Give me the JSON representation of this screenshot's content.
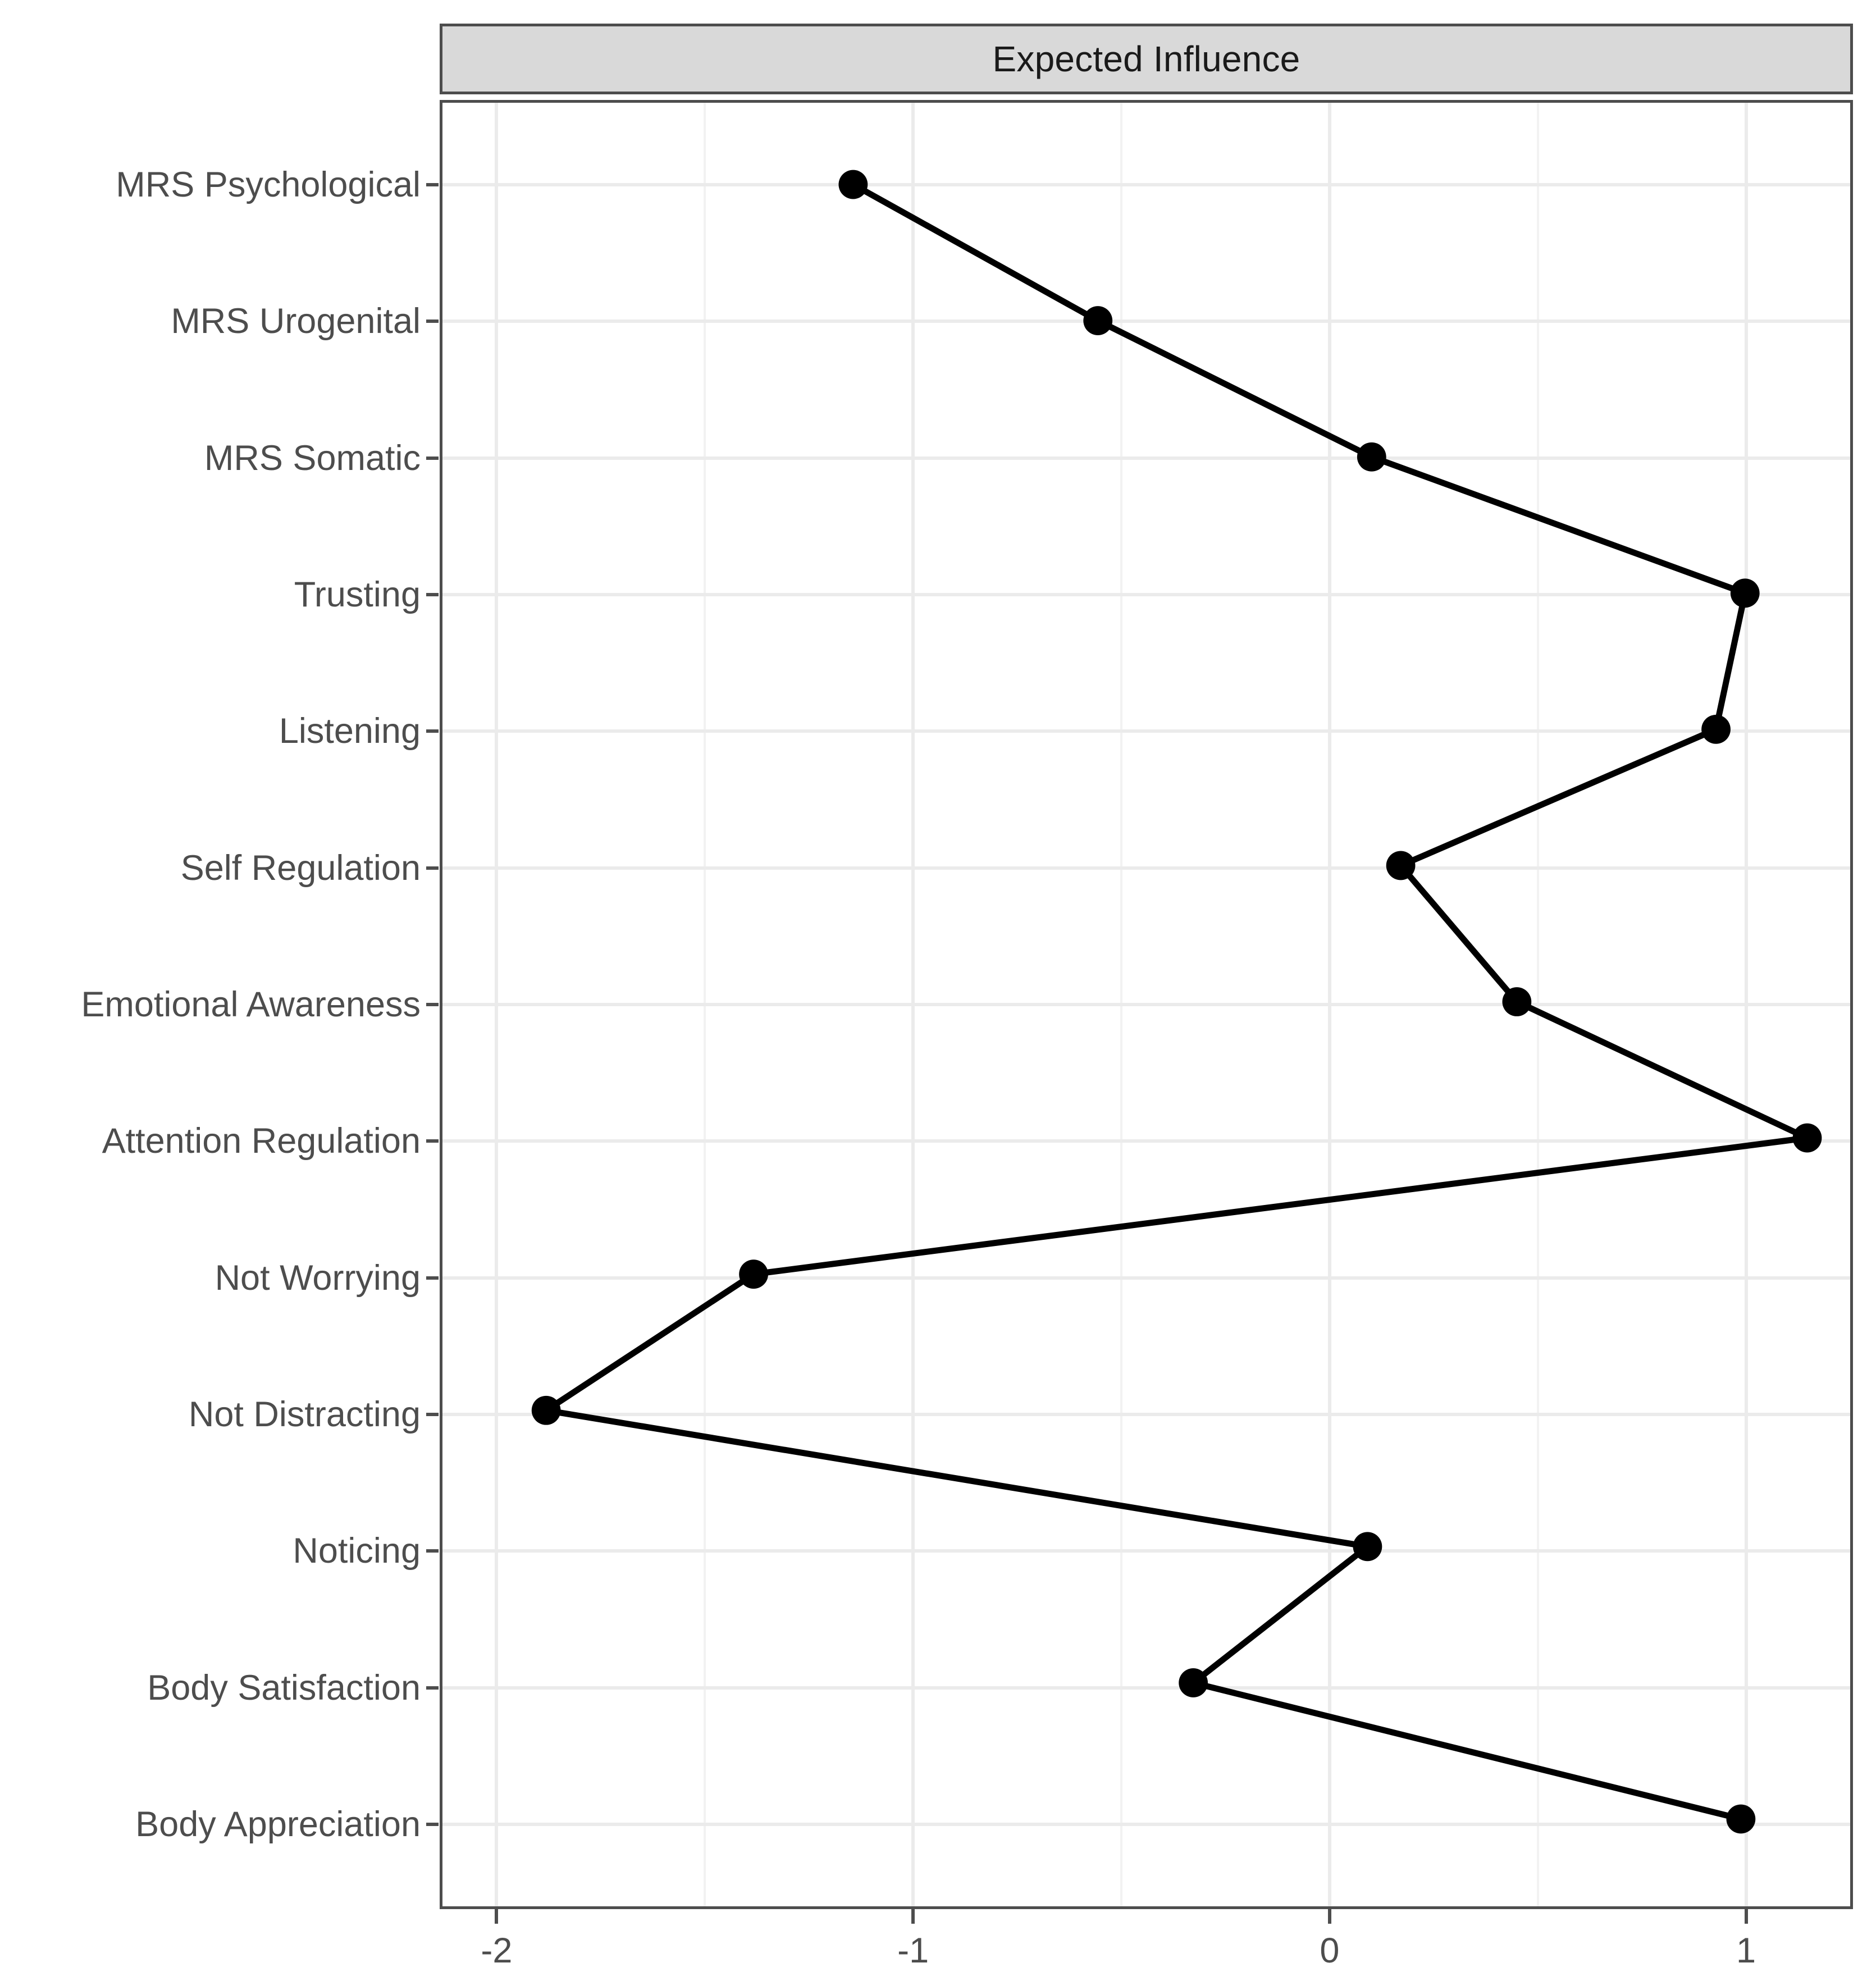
{
  "chart_data": {
    "type": "line",
    "title": "Expected Influence",
    "orientation": "horizontal",
    "xlabel": "",
    "ylabel": "",
    "xlim": [
      -2.13,
      1.25
    ],
    "xticks": [
      -2,
      -1,
      0,
      1
    ],
    "xtick_labels": [
      "-2",
      "-1",
      "0",
      "1"
    ],
    "x_minor_ticks": [
      -1.5,
      -0.5,
      0.5
    ],
    "grid": true,
    "legend": "none",
    "categories": [
      "MRS Psychological",
      "MRS Urogenital",
      "MRS Somatic",
      "Trusting",
      "Listening",
      "Self Regulation",
      "Emotional Awareness",
      "Attention Regulation",
      "Not Worrying",
      "Not Distracting",
      "Noticing",
      "Body Satisfaction",
      "Body Appreciation"
    ],
    "values": [
      -1.14,
      -0.55,
      0.11,
      1.01,
      0.94,
      0.18,
      0.46,
      1.16,
      -1.38,
      -1.88,
      0.1,
      -0.32,
      1.0
    ],
    "point_color": "#000000",
    "line_color": "#000000",
    "strip_background": "#d9d9d9",
    "grid_color": "#ebebeb",
    "axis_color": "#4d4d4d"
  },
  "panel": {
    "strip_label": "Expected Influence"
  }
}
